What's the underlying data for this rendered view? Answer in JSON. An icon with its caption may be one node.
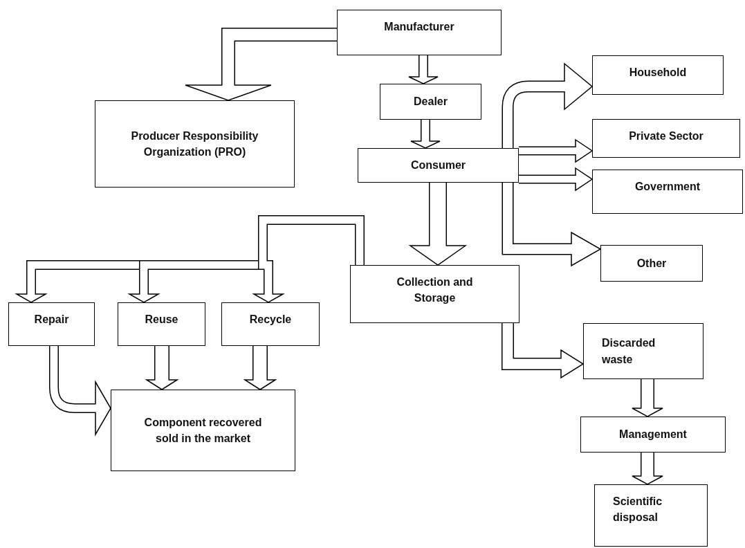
{
  "diagram": {
    "nodes": [
      {
        "text": [
          "Manufacturer"
        ]
      },
      {
        "text": [
          "Producer Responsibility Organization (PRO)"
        ]
      },
      {
        "text": [
          "Dealer"
        ]
      },
      {
        "text": [
          "Consumer"
        ]
      },
      {
        "text": [
          "Household"
        ]
      },
      {
        "text": [
          "Private Sector"
        ]
      },
      {
        "text": [
          "Government"
        ]
      },
      {
        "text": [
          "Other"
        ]
      },
      {
        "text": [
          "Collection and Storage"
        ]
      },
      {
        "text": [
          "Repair"
        ]
      },
      {
        "text": [
          "Reuse"
        ]
      },
      {
        "text": [
          "Recycle"
        ]
      },
      {
        "text": [
          "Component recovered sold in the market"
        ]
      },
      {
        "text": [
          "Discarded waste"
        ]
      },
      {
        "text": [
          "Management"
        ]
      },
      {
        "text": [
          "Scientific disposal"
        ]
      }
    ],
    "edges": [
      {
        "from": 0,
        "to": 1,
        "arrow": "to"
      },
      {
        "from": 0,
        "to": 2,
        "arrow": "to"
      },
      {
        "from": 2,
        "to": 3,
        "arrow": "to"
      },
      {
        "from": 3,
        "to": 4,
        "arrow": "to"
      },
      {
        "from": 3,
        "to": 5,
        "arrow": "to"
      },
      {
        "from": 3,
        "to": 6,
        "arrow": "to"
      },
      {
        "from": 3,
        "to": 7,
        "arrow": "to"
      },
      {
        "from": 3,
        "to": 8,
        "arrow": "to"
      },
      {
        "from": 8,
        "to": 9,
        "arrow": "to"
      },
      {
        "from": 8,
        "to": 10,
        "arrow": "to"
      },
      {
        "from": 8,
        "to": 11,
        "arrow": "to"
      },
      {
        "from": 9,
        "to": 12,
        "arrow": "to"
      },
      {
        "from": 10,
        "to": 12,
        "arrow": "to"
      },
      {
        "from": 11,
        "to": 12,
        "arrow": "to"
      },
      {
        "from": 8,
        "to": 13,
        "arrow": "to"
      },
      {
        "from": 13,
        "to": 14,
        "arrow": "to"
      },
      {
        "from": 14,
        "to": 15,
        "arrow": "to"
      }
    ]
  }
}
